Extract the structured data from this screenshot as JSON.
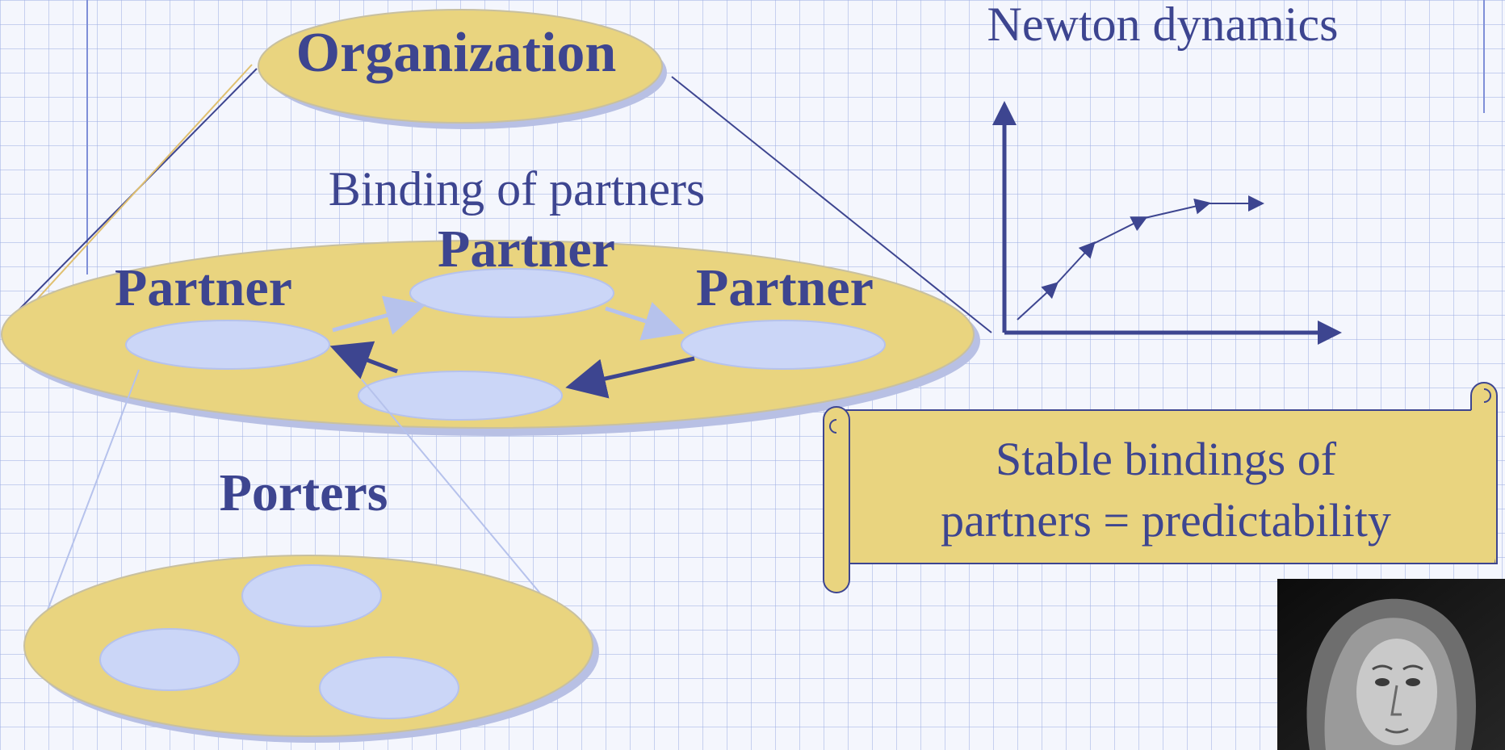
{
  "diagram": {
    "organization_label": "Organization",
    "binding_caption": "Binding of partners",
    "partner_labels": [
      "Partner",
      "Partner",
      "Partner"
    ],
    "porters_label": "Porters",
    "newton_title": "Newton dynamics",
    "banner_text_line1": "Stable bindings of",
    "banner_text_line2": "partners = predictability"
  },
  "colors": {
    "gold": "#e9d47f",
    "bubble": "#cbd6f7",
    "ink": "#3d4590",
    "light_arrow": "#b6c2ec"
  },
  "icons": {
    "portrait": "isaac-newton-portrait"
  }
}
